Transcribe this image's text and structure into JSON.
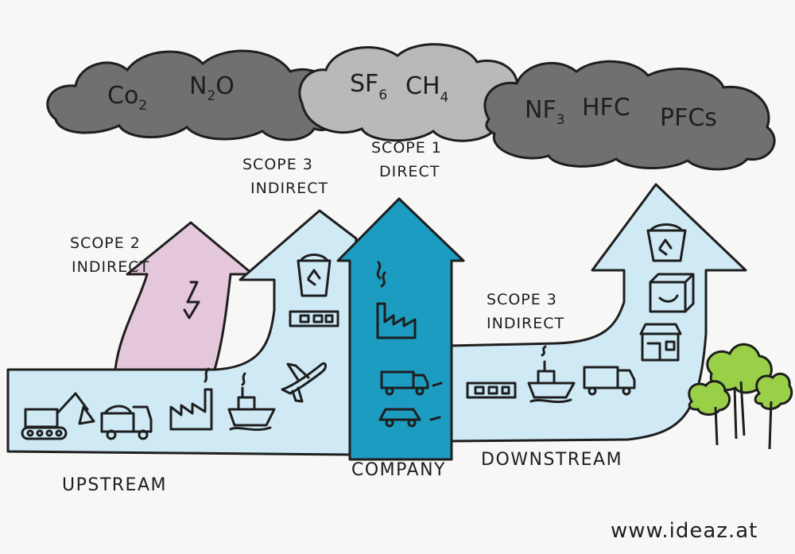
{
  "clouds": {
    "left": {
      "gas1": "Co",
      "gas1_sub": "2",
      "gas2_a": "N",
      "gas2_sub": "2",
      "gas2_b": "O"
    },
    "middle": {
      "gas1": "SF",
      "gas1_sub": "6",
      "gas2": "CH",
      "gas2_sub": "4"
    },
    "right": {
      "gas1": "NF",
      "gas1_sub": "3",
      "gas2": "HFC",
      "gas3": "PFCs"
    }
  },
  "scopes": {
    "scope1": {
      "title": "SCOPE 1",
      "kind": "DIRECT"
    },
    "scope2": {
      "title": "SCOPE 2",
      "kind": "INDIRECT"
    },
    "scope3_upstream": {
      "title": "SCOPE 3",
      "kind": "INDIRECT"
    },
    "scope3_downstream": {
      "title": "SCOPE 3",
      "kind": "INDIRECT"
    }
  },
  "sections": {
    "upstream": "UPSTREAM",
    "company": "COMPANY",
    "downstream": "DOWNSTREAM"
  },
  "footer": {
    "url": "www.ideaz.at"
  },
  "icons": [
    "excavator-icon",
    "truck-icon",
    "factory-icon",
    "ship-icon",
    "airplane-icon",
    "recycle-bin-icon",
    "container-icon",
    "lightning-icon",
    "smoke-icon",
    "delivery-truck-icon",
    "car-icon",
    "box-icon",
    "shop-icon",
    "tree-icon"
  ],
  "colors": {
    "cloud_dark": "#707070",
    "cloud_light": "#b9b9b9",
    "flow_blue": "#cfeaf5",
    "company_blue": "#1c9cc0",
    "scope2_pink": "#e5c7dc",
    "tree_green": "#9ad048"
  }
}
